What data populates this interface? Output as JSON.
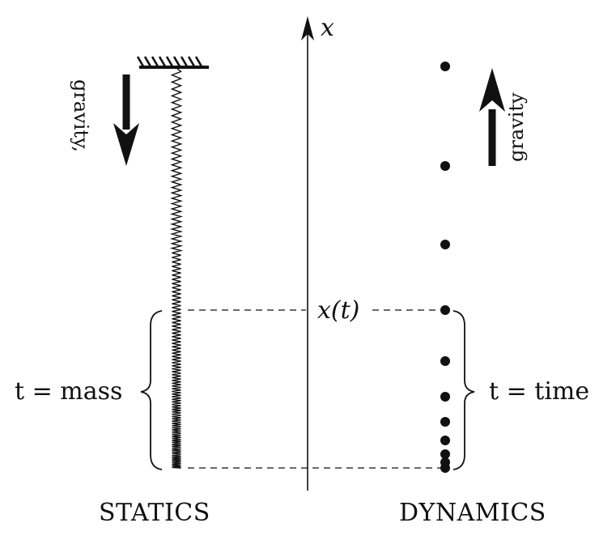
{
  "axis": {
    "label": "x"
  },
  "statics": {
    "caption": "STATICS",
    "gravity_label": "gravity,",
    "brace_label": "t = mass"
  },
  "dynamics": {
    "caption": "DYNAMICS",
    "gravity_label": "gravity",
    "brace_label": "t = time"
  },
  "center_label": "x(t)"
}
